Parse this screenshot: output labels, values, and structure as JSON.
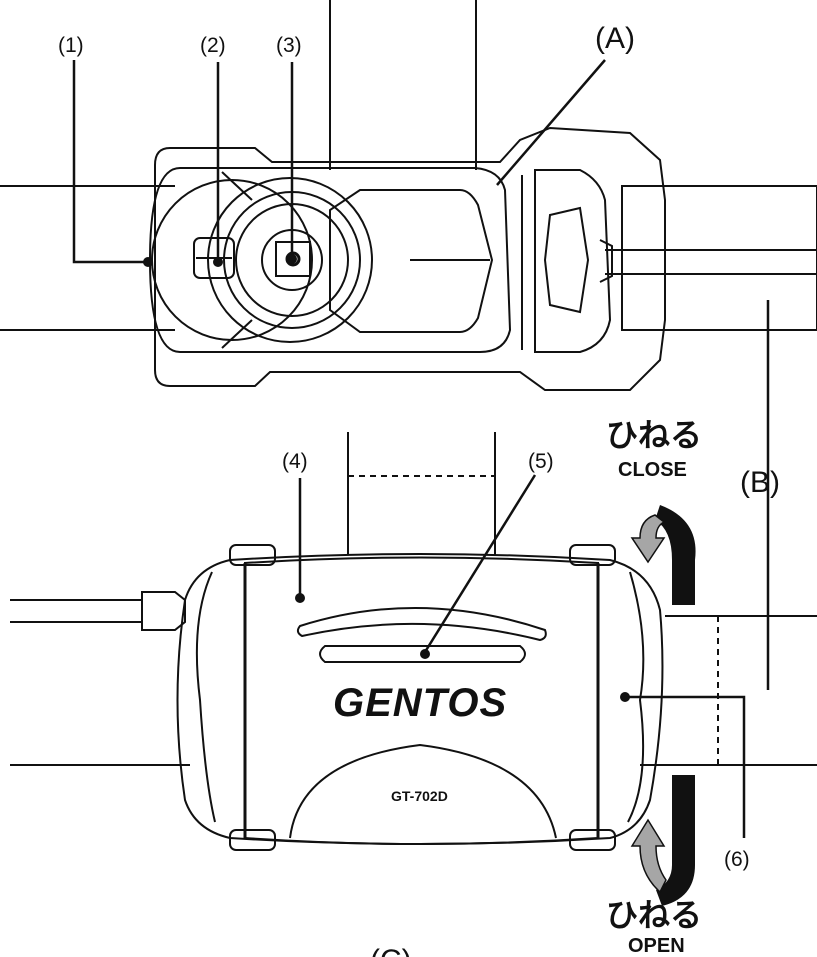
{
  "callouts": {
    "label_1": "(1)",
    "label_2": "(2)",
    "label_3": "(3)",
    "label_A": "(A)",
    "label_4": "(4)",
    "label_5": "(5)",
    "label_B": "(B)",
    "label_6": "(6)",
    "label_C": "(C)"
  },
  "rotation": {
    "close_jp": "ひねる",
    "close_en": "CLOSE",
    "open_jp": "ひねる",
    "open_en": "OPEN"
  },
  "device": {
    "brand": "GENTOS",
    "model": "GT-702D"
  },
  "colors": {
    "line": "#111111",
    "arrow_gray": "#a6a6a6",
    "background": "#ffffff"
  }
}
